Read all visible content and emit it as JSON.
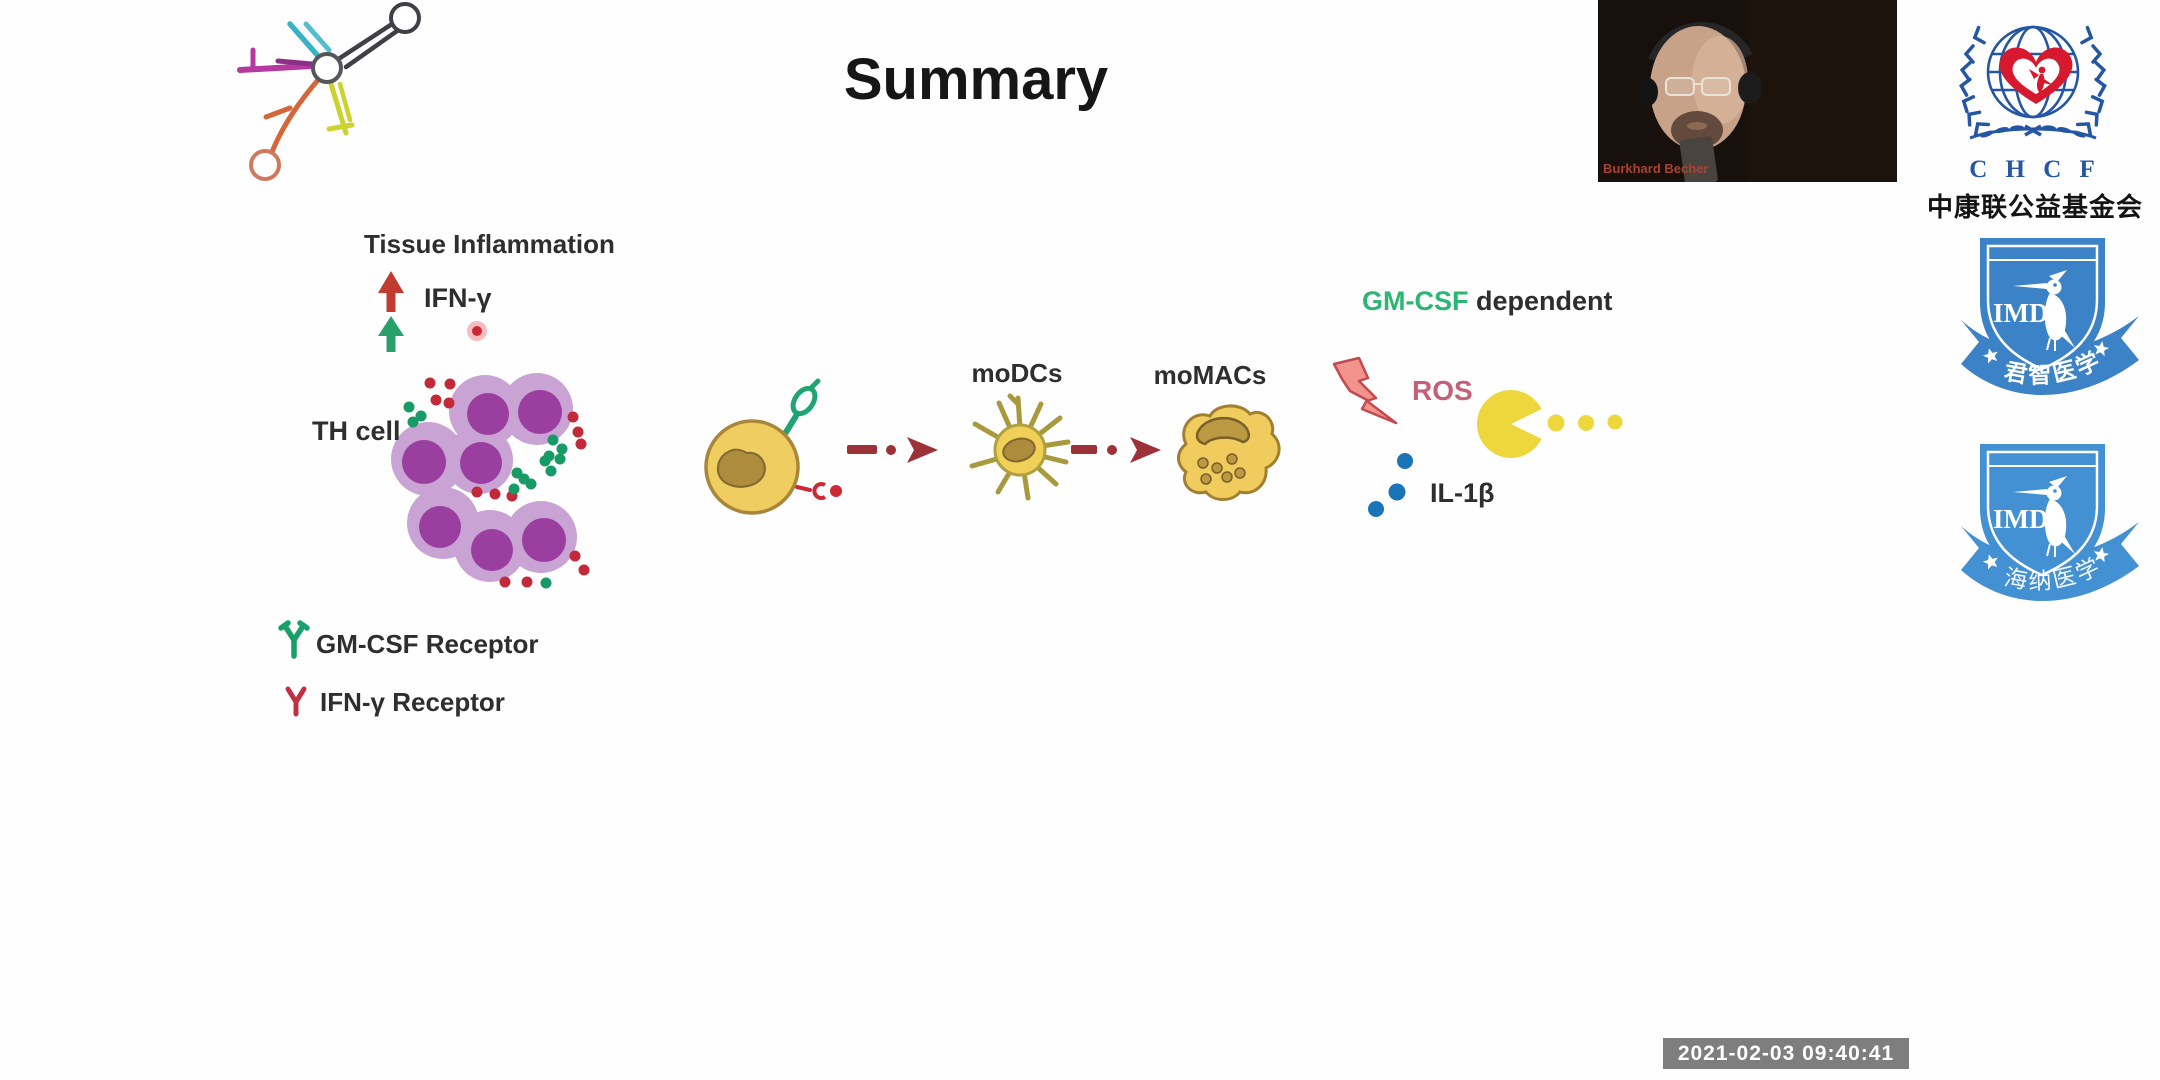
{
  "slide": {
    "title": "Summary",
    "left": {
      "header": "Tissue Inflammation",
      "ifn_label": "IFN-γ",
      "th_cell_label": "TH cell",
      "legend": [
        {
          "icon": "gm-csf-receptor-icon",
          "label": "GM-CSF Receptor",
          "color": "#18a06a"
        },
        {
          "icon": "ifn-gamma-receptor-icon",
          "label": "IFN-γ Receptor",
          "color": "#c13040"
        }
      ]
    },
    "pathway": {
      "modc_label": "moDCs",
      "momac_label": "moMACs"
    },
    "right": {
      "header": {
        "highlight": "GM-CSF",
        "rest": " dependent",
        "highlight_color": "#2bb673"
      },
      "ros_label": "ROS",
      "il1b_label": "IL-1β"
    }
  },
  "webcam": {
    "name": "Burkhard Becher"
  },
  "logos": {
    "chcf": {
      "acronym": "C H C F",
      "chinese": "中康联公益基金会",
      "blue": "#2456a4",
      "red": "#d6192e"
    },
    "imd_top": {
      "text": "IMD",
      "ribbon": "君智医学",
      "blue": "#3b82c6"
    },
    "imd_bottom": {
      "text": "IMD",
      "ribbon": "海纳医学",
      "blue": "#4390d2"
    }
  },
  "timestamp": {
    "value": "2021-02-03 09:40:41"
  }
}
